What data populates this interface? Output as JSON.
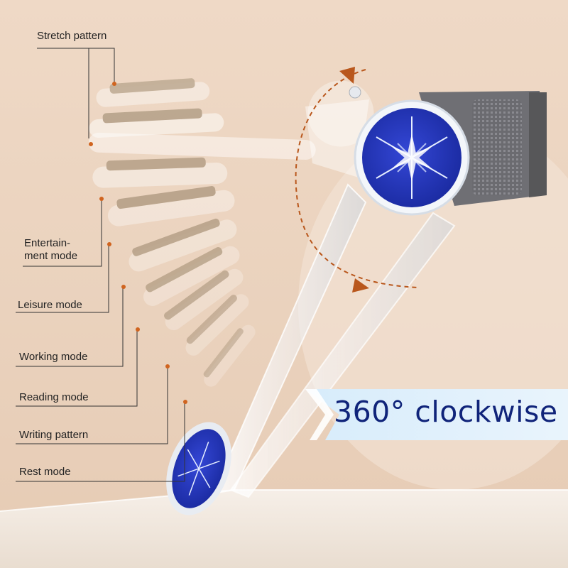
{
  "labels": {
    "stretch_pattern": "Stretch pattern",
    "entertainment_line1": "Entertain-",
    "entertainment_line2": "ment mode",
    "leisure": "Leisure mode",
    "working": "Working mode",
    "reading": "Reading mode",
    "writing": "Writing pattern",
    "rest": "Rest mode"
  },
  "banner": {
    "text": "360° clockwise"
  },
  "colors": {
    "background": "#ecd5c1",
    "disc_blue": "#1e2fb4",
    "banner_blue": "#10247a",
    "banner_fill": "#dceefb",
    "arrow_orange": "#b9571c",
    "leader_dot": "#d0641f",
    "strap_grey": "#6e6e72"
  },
  "icons": {
    "disc": "snowflake-emblem-icon",
    "rotation": "clockwise-arrow-icon"
  }
}
